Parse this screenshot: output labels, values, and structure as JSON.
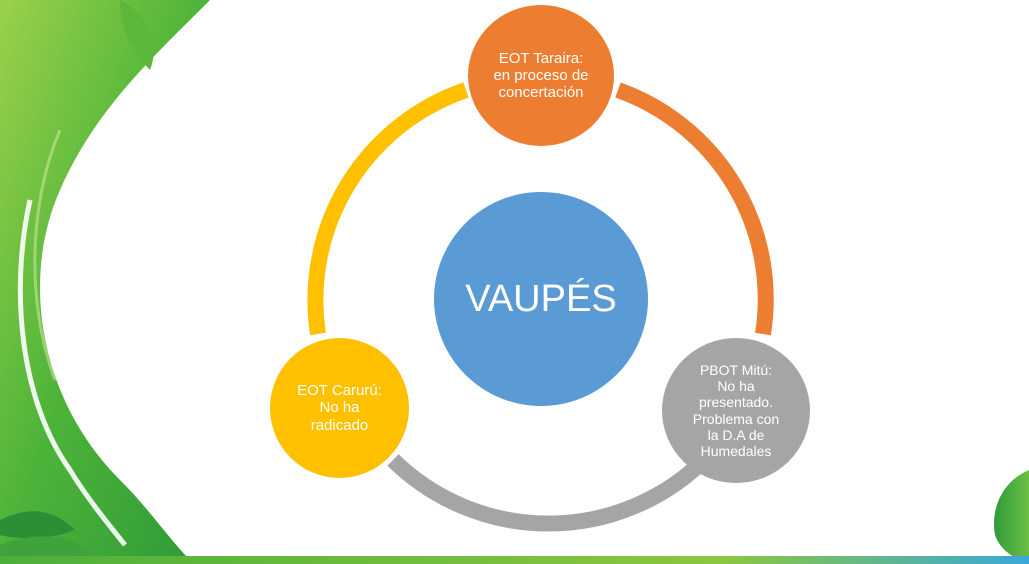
{
  "diagram": {
    "center": {
      "label": "VAUPÉS",
      "color": "#5b9bd5"
    },
    "nodes": [
      {
        "id": "taraira",
        "text": "EOT Taraira:\nen proceso de\nconcertación",
        "color": "#ed7d31"
      },
      {
        "id": "mitu",
        "text": "PBOT Mitú:\nNo ha\npresentado.\nProblema con\nla D.A  de\nHumedales",
        "color": "#a5a5a5"
      },
      {
        "id": "caruru",
        "text": "EOT Carurú:\nNo ha\nradicado",
        "color": "#ffc000"
      }
    ]
  },
  "theme": {
    "leaf_dark": "#3aa935",
    "leaf_light": "#8cc63f",
    "bottom_bar_green": "#7cc242",
    "bottom_bar_blue": "#3aa8d8"
  }
}
